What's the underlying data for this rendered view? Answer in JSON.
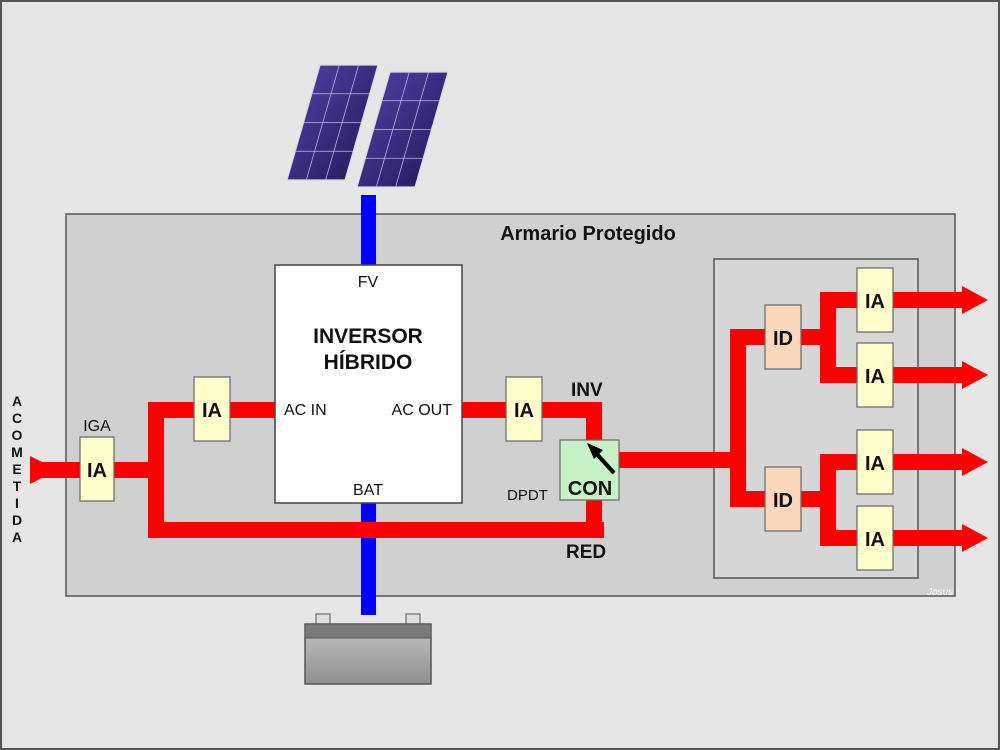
{
  "cabinet": {
    "title": "Armario Protegido"
  },
  "inverter": {
    "title_line1": "INVERSOR",
    "title_line2": "HÍBRIDO",
    "fv": "FV",
    "ac_in": "AC IN",
    "ac_out": "AC OUT",
    "bat": "BAT"
  },
  "incoming": {
    "letters": [
      "A",
      "C",
      "O",
      "M",
      "E",
      "T",
      "I",
      "D",
      "A"
    ]
  },
  "breakers": {
    "iga_label": "IGA",
    "ia": "IA",
    "id": "ID"
  },
  "switch": {
    "label": "CON",
    "type_label": "DPDT"
  },
  "lines": {
    "inv": "INV",
    "red": "RED"
  },
  "signature": "Josus",
  "colors": {
    "ac_line": "#ff0000",
    "dc_line": "#0000ff",
    "ia_box": "#ffffcc",
    "id_box": "#fbd7bc",
    "switch_box": "#c6f2c6",
    "cabinet": "#d0d0d0"
  }
}
